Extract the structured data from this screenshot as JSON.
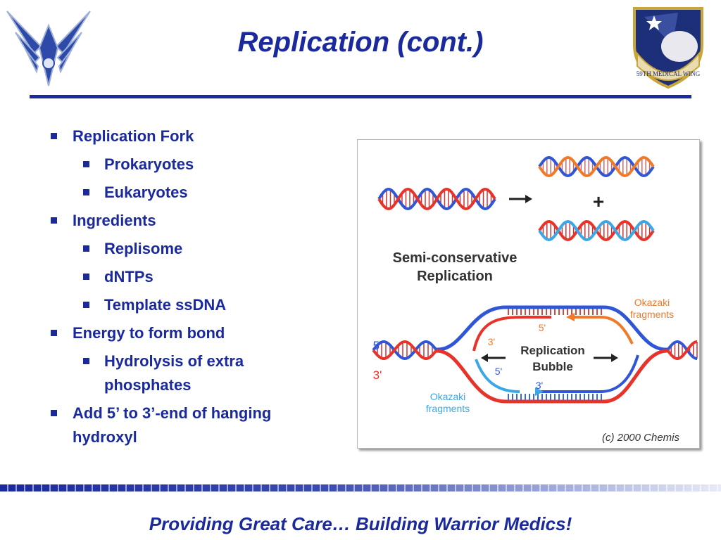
{
  "slide": {
    "title": "Replication (cont.)",
    "footer": "Providing Great Care… Building Warrior Medics!",
    "accent_color": "#1a2a9c"
  },
  "logos": {
    "left": {
      "icon": "air-force-wings-icon"
    },
    "right": {
      "icon": "59th-medical-wing-shield-icon",
      "text": "59TH MEDICAL WING"
    }
  },
  "bullets": [
    {
      "text": "Replication Fork"
    },
    {
      "text": "Prokaryotes"
    },
    {
      "text": "Eukaryotes"
    },
    {
      "text": "Ingredients"
    },
    {
      "text": "Replisome"
    },
    {
      "text": "dNTPs"
    },
    {
      "text": "Template ssDNA"
    },
    {
      "text": "Energy to form bond"
    },
    {
      "text": "Hydrolysis of extra"
    },
    {
      "text": "phosphates"
    },
    {
      "text": "Add 5’ to 3’-end of hanging"
    },
    {
      "text": "hydroxyl"
    }
  ],
  "figure": {
    "plus": "+",
    "semi_line1": "Semi-conservative",
    "semi_line2": "Replication",
    "okazaki_top_1": "Okazaki",
    "okazaki_top_2": "fragments",
    "okazaki_bottom_1": "Okazaki",
    "okazaki_bottom_2": "fragments",
    "five_prime_left": "5'",
    "three_prime_left": "3'",
    "five_prime_top": "5'",
    "three_prime_top": "3'",
    "five_prime_bottom": "5'",
    "three_prime_bottom": "3'",
    "bubble_1": "Replication",
    "bubble_2": "Bubble",
    "copyright": "(c) 2000 Chemis",
    "colors": {
      "red": "#e8332a",
      "blue": "#2f56d6",
      "orange": "#f07a2a",
      "light_blue": "#3aa8e6"
    }
  }
}
